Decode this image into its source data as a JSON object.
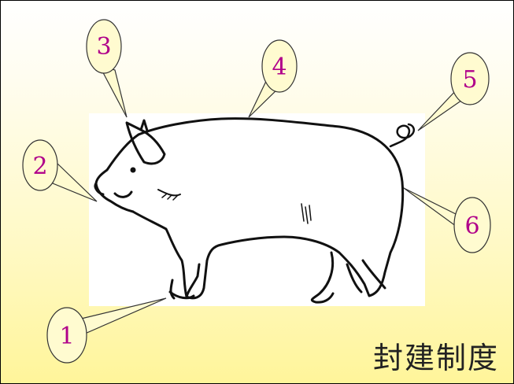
{
  "caption": "封建制度",
  "callouts": [
    "1",
    "2",
    "3",
    "4",
    "5",
    "6"
  ],
  "colors": {
    "label_text": "#b0008a",
    "bubble_fill": "#fffbd0",
    "background": "#fff59a"
  }
}
